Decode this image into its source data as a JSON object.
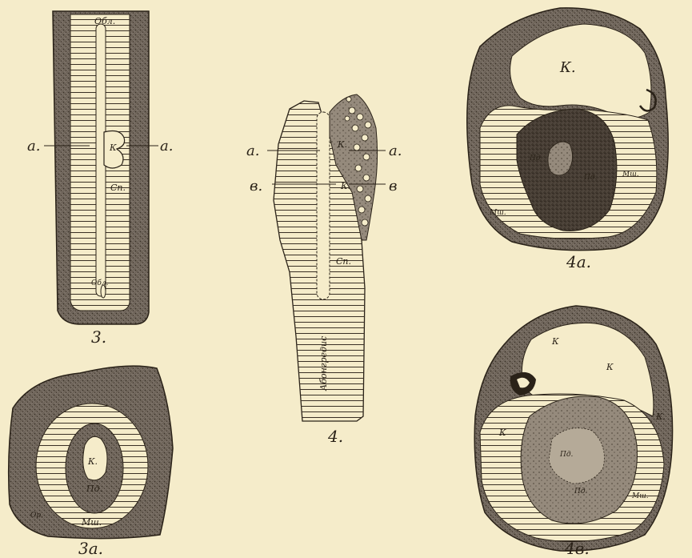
{
  "figures": {
    "fig3": {
      "caption": "3.",
      "labels": {
        "top": "Обл.",
        "left": "a.",
        "right": "a.",
        "center": "К.",
        "mid": "Сп.",
        "bottom": "Обл."
      }
    },
    "fig3a": {
      "caption": "3а.",
      "labels": {
        "center": "К.",
        "ring": "Пд.",
        "outer": "Мш.",
        "left": "Ор."
      }
    },
    "fig4": {
      "caption": "4.",
      "labels": {
        "left_a": "a.",
        "left_b": "в.",
        "right_a": "a.",
        "right_b": "в",
        "k1": "К.",
        "k2": "К.",
        "mid": "Сп.",
        "vertical": "Абонгредис"
      }
    },
    "fig4a": {
      "caption": "4а.",
      "labels": {
        "top": "К.",
        "left": "Мш.",
        "right": "Мш.",
        "inner1": "Пд",
        "inner2": "Пд."
      }
    },
    "fig4b": {
      "caption": "4в.",
      "labels": {
        "k1": "К",
        "k2": "К",
        "k3": "К.",
        "k4": "К",
        "right": "Мш.",
        "inner1": "Пд.",
        "inner2": "Пд."
      }
    }
  },
  "colors": {
    "paper": "#f5ecca",
    "ink": "#2a2218",
    "shade": "#6e645a"
  }
}
